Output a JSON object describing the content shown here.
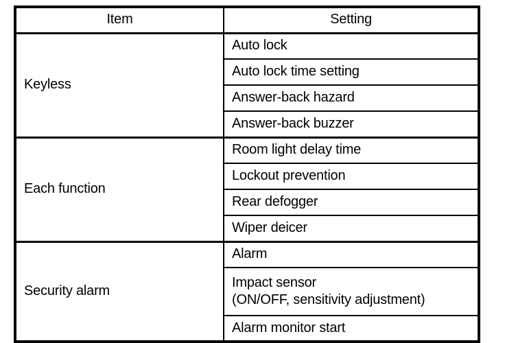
{
  "table": {
    "headers": [
      "Item",
      "Setting"
    ],
    "groups": [
      {
        "item": "Keyless",
        "settings": [
          {
            "lines": [
              "Auto lock"
            ]
          },
          {
            "lines": [
              "Auto lock time setting"
            ]
          },
          {
            "lines": [
              "Answer-back hazard"
            ]
          },
          {
            "lines": [
              "Answer-back buzzer"
            ]
          }
        ]
      },
      {
        "item": "Each function",
        "settings": [
          {
            "lines": [
              "Room light delay time"
            ]
          },
          {
            "lines": [
              "Lockout prevention"
            ]
          },
          {
            "lines": [
              "Rear defogger"
            ]
          },
          {
            "lines": [
              "Wiper deicer"
            ]
          }
        ]
      },
      {
        "item": "Security alarm",
        "settings": [
          {
            "lines": [
              "Alarm"
            ]
          },
          {
            "lines": [
              "Impact sensor",
              "(ON/OFF, sensitivity adjustment)"
            ]
          },
          {
            "lines": [
              "Alarm monitor start"
            ]
          }
        ]
      }
    ]
  },
  "style": {
    "border_color": "#000000",
    "text_color": "#000000",
    "background": "#ffffff"
  }
}
